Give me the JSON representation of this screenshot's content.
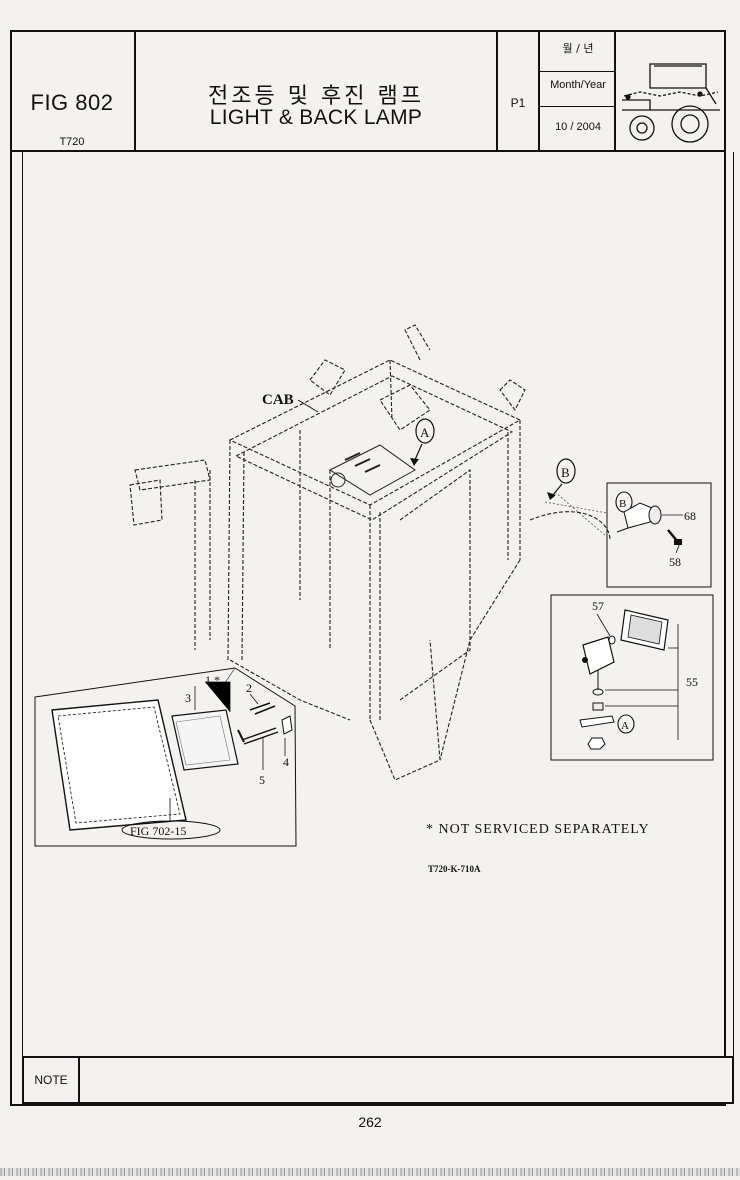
{
  "header": {
    "fig_title": "FIG 802",
    "model": "T720",
    "title_korean": "전조등 및 후진 램프",
    "title_english": "LIGHT & BACK LAMP",
    "page_code": "P1",
    "date_label_korean": "월 / 년",
    "date_label_english": "Month/Year",
    "date_value": "10 / 2004"
  },
  "diagram": {
    "cab_label": "CAB",
    "callout_a": "A",
    "callout_b": "B",
    "detail_b": {
      "callout": "B",
      "parts": [
        "68",
        "58"
      ]
    },
    "detail_rear_lamp": {
      "parts": [
        "57",
        "55"
      ],
      "callout": "A"
    },
    "detail_headlamp": {
      "parts": [
        "1 *",
        "2",
        "3",
        "5",
        "4"
      ],
      "reference": "FIG 702-15"
    }
  },
  "footnote": "* NOT SERVICED SEPARATELY",
  "drawing_code": "T720-K-710A",
  "note_label": "NOTE",
  "page_number": "262"
}
